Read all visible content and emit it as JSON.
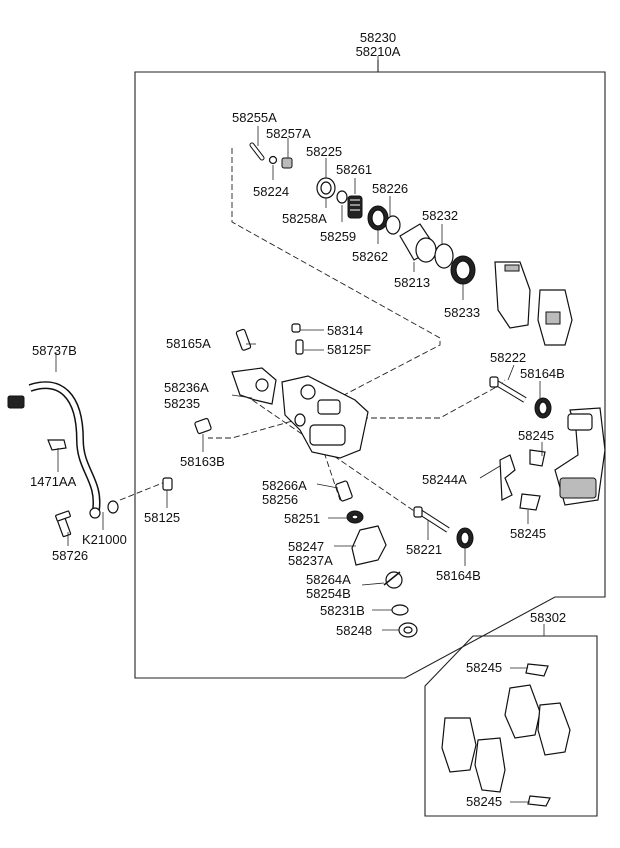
{
  "labels": {
    "assy_main": "58230",
    "assy_main_alt": "58210A",
    "p58255A": "58255A",
    "p58257A": "58257A",
    "p58225": "58225",
    "p58261": "58261",
    "p58224": "58224",
    "p58226": "58226",
    "p58258A": "58258A",
    "p58232": "58232",
    "p58259": "58259",
    "p58262": "58262",
    "p58213": "58213",
    "p58233": "58233",
    "p58314": "58314",
    "p58165A": "58165A",
    "p58125F": "58125F",
    "p58737B": "58737B",
    "p58222": "58222",
    "p58164B_top": "58164B",
    "p58236A": "58236A",
    "p58235": "58235",
    "p58245_a": "58245",
    "p58163B": "58163B",
    "p1471AA": "1471AA",
    "p58244A": "58244A",
    "p58266A": "58266A",
    "p58256": "58256",
    "p58125": "58125",
    "p58245_b": "58245",
    "p58251": "58251",
    "pK21000": "K21000",
    "p58247": "58247",
    "p58237A": "58237A",
    "p58221": "58221",
    "p58164B_bot": "58164B",
    "p58726": "58726",
    "p58264A": "58264A",
    "p58254B": "58254B",
    "p58231B": "58231B",
    "p58248": "58248",
    "p58302": "58302",
    "p58245_c": "58245",
    "p58245_d": "58245"
  }
}
